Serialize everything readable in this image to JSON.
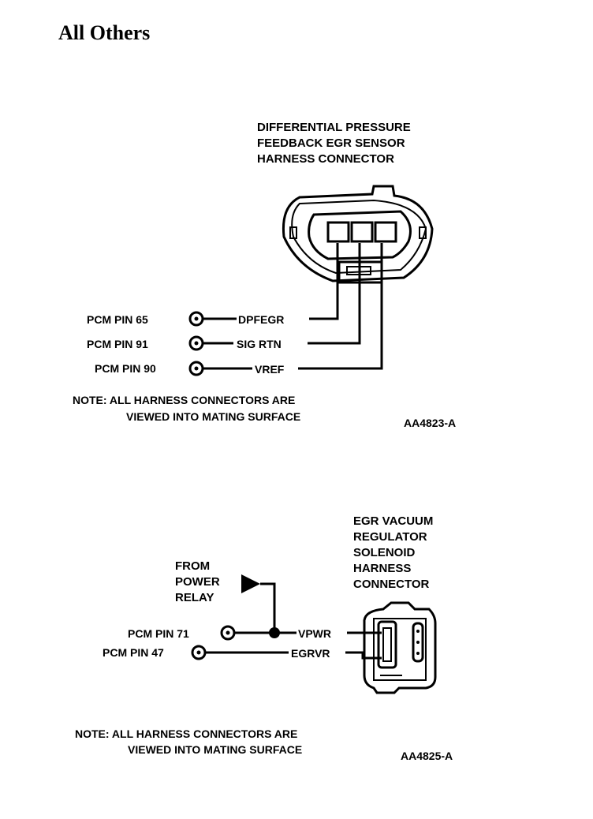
{
  "page": {
    "heading": "All Others"
  },
  "diagram1": {
    "title_lines": [
      "DIFFERENTIAL PRESSURE",
      "FEEDBACK EGR SENSOR",
      "HARNESS CONNECTOR"
    ],
    "pins": [
      {
        "pcm_label": "PCM PIN 65",
        "signal": "DPFEGR"
      },
      {
        "pcm_label": "PCM PIN 91",
        "signal": "SIG RTN"
      },
      {
        "pcm_label": "PCM PIN 90",
        "signal": "VREF"
      }
    ],
    "note_lines": [
      "NOTE: ALL HARNESS CONNECTORS ARE",
      "VIEWED INTO MATING SURFACE"
    ],
    "figure_code": "AA4823-A"
  },
  "diagram2": {
    "title_lines": [
      "EGR VACUUM",
      "REGULATOR",
      "SOLENOID",
      "HARNESS",
      "CONNECTOR"
    ],
    "power_source_lines": [
      "FROM",
      "POWER",
      "RELAY"
    ],
    "pins": [
      {
        "pcm_label": "PCM PIN 71",
        "signal": "VPWR"
      },
      {
        "pcm_label": "PCM PIN 47",
        "signal": "EGRVR"
      }
    ],
    "note_lines": [
      "NOTE: ALL HARNESS CONNECTORS ARE",
      "VIEWED INTO MATING SURFACE"
    ],
    "figure_code": "AA4825-A"
  }
}
